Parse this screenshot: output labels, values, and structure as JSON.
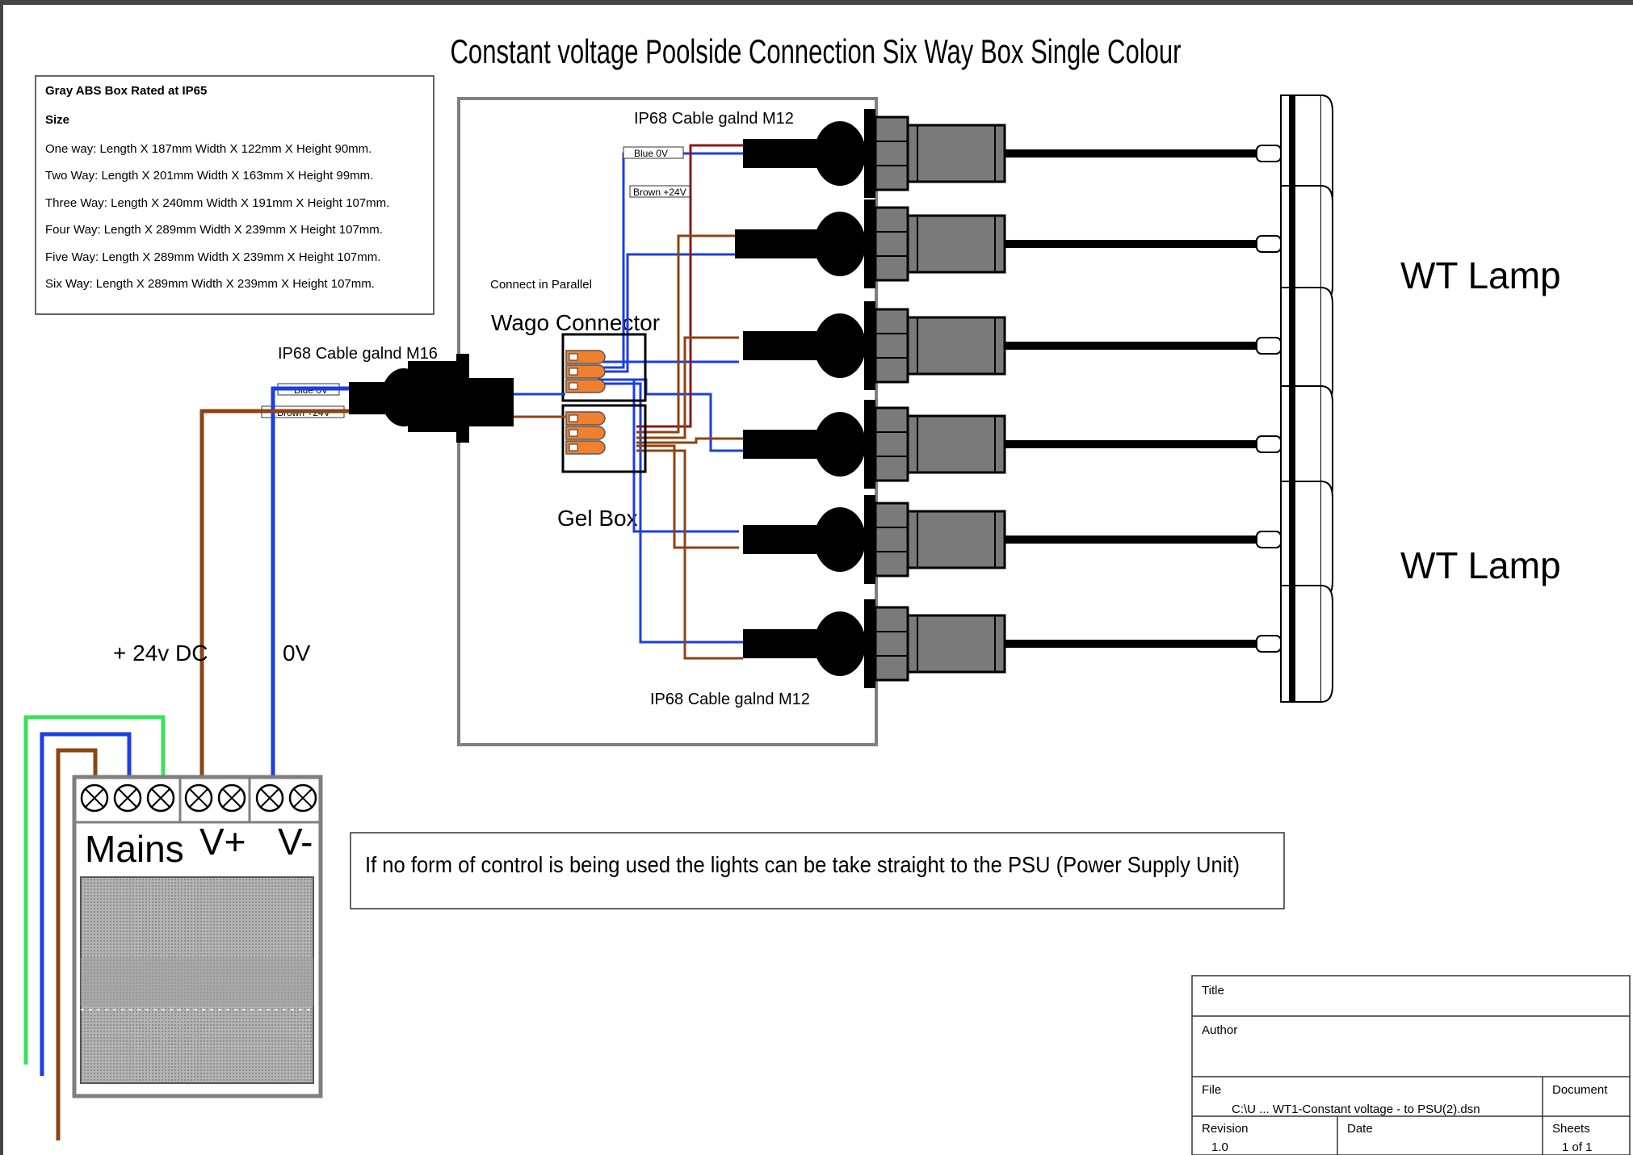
{
  "title": "Constant voltage Poolside Connection Six Way Box Single Colour",
  "spec_box": {
    "heading": "Gray ABS Box Rated at IP65",
    "size_label": "Size",
    "lines": [
      "One way: Length X 187mm Width X 122mm X Height 90mm.",
      "Two Way: Length X 201mm Width X 163mm X Height 99mm.",
      "Three Way: Length X 240mm Width X 191mm X Height 107mm.",
      "Four Way: Length X 289mm Width X 239mm X Height 107mm.",
      "Five Way: Length X 289mm Width X 239mm X Height 107mm.",
      "Six Way: Length X 289mm Width X 239mm X Height 107mm."
    ]
  },
  "labels": {
    "gland_m12_top": "IP68 Cable galnd M12",
    "gland_m12_bottom": "IP68 Cable galnd M12",
    "gland_m16": "IP68 Cable galnd M16",
    "blue_0v": "Blue 0V",
    "brown_24v": "Brown +24V",
    "connect_parallel": "Connect in Parallel",
    "wago": "Wago Connector",
    "gel_box": "Gel Box",
    "lamp_1": "WT Lamp",
    "lamp_2": "WT Lamp",
    "plus_24v": "+ 24v DC",
    "zero_v": "0V",
    "psu_mains": "Mains",
    "psu_vplus": "V+",
    "psu_vminus": "V-"
  },
  "note": "If no form of control is being used the lights can be take straight to the PSU (Power Supply Unit)",
  "title_block": {
    "title_label": "Title",
    "author_label": "Author",
    "file_label": "File",
    "file_value": "C:\\U ... WT1-Constant voltage - to PSU(2).dsn",
    "document_label": "Document",
    "revision_label": "Revision",
    "revision_value": "1.0",
    "date_label": "Date",
    "sheets_label": "Sheets",
    "sheets_value": "1 of 1"
  },
  "colors": {
    "blue_wire": "#1c3fe0",
    "brown_wire": "#8b4513",
    "green_wire": "#3ce05a",
    "wago_orange": "#f08030",
    "box_gray": "#7f7f7f"
  }
}
